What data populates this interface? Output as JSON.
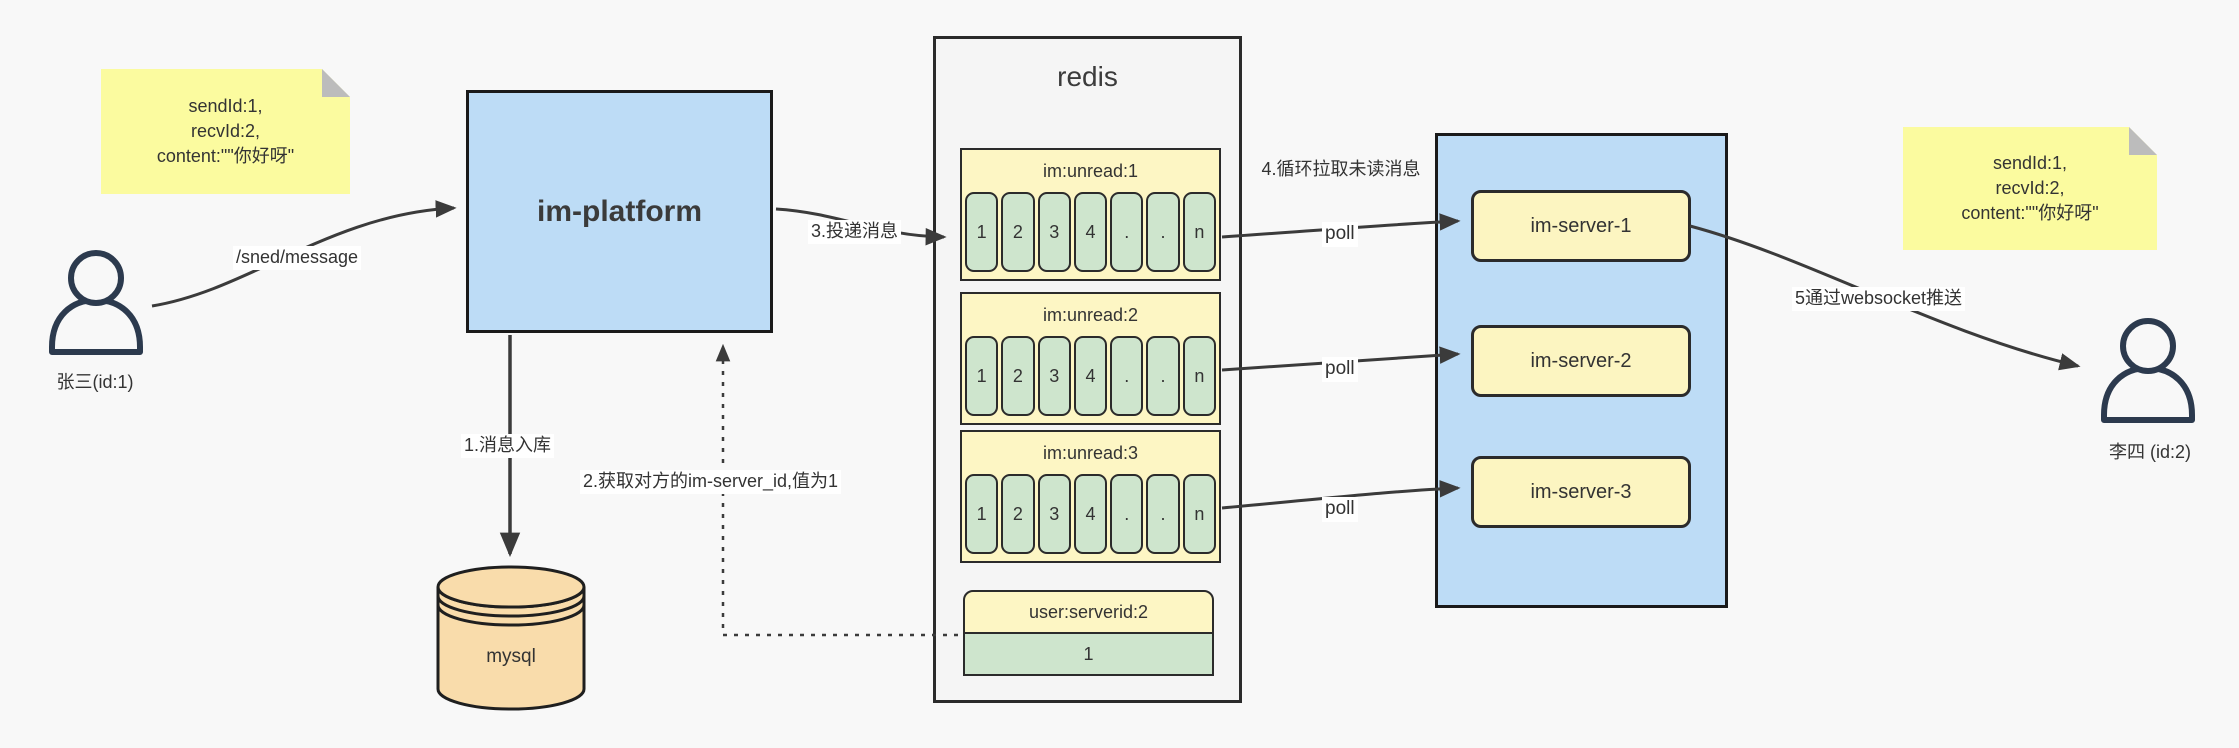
{
  "notes": {
    "left": {
      "line1": "sendId:1,",
      "line2": "recvId:2,",
      "line3": "content:\"\"你好呀\""
    },
    "right": {
      "line1": "sendId:1,",
      "line2": "recvId:2,",
      "line3": "content:\"\"你好呀\""
    }
  },
  "actors": {
    "sender": "张三(id:1)",
    "receiver": "李四 (id:2)"
  },
  "platform": {
    "label": "im-platform"
  },
  "mysql": {
    "label": "mysql"
  },
  "redis": {
    "title": "redis",
    "queues": [
      {
        "name": "im:unread:1",
        "cells": [
          "1",
          "2",
          "3",
          "4",
          ".",
          ".",
          "n"
        ]
      },
      {
        "name": "im:unread:2",
        "cells": [
          "1",
          "2",
          "3",
          "4",
          ".",
          ".",
          "n"
        ]
      },
      {
        "name": "im:unread:3",
        "cells": [
          "1",
          "2",
          "3",
          "4",
          ".",
          ".",
          "n"
        ]
      }
    ],
    "kv": {
      "key": "user:serverid:2",
      "value": "1"
    }
  },
  "servers": [
    "im-server-1",
    "im-server-2",
    "im-server-3"
  ],
  "edges": {
    "send": "/sned/message",
    "store": "1.消息入库",
    "lookup": "2.获取对方的im-server_id,值为1",
    "deliver": "3.投递消息",
    "pull": "4.循环拉取未读消息",
    "poll1": "poll",
    "poll2": "poll",
    "poll3": "poll",
    "push": "5通过websocket推送"
  },
  "colors": {
    "background": "#f8f8f8",
    "note_yellow": "#fbfb9f",
    "box_blue": "#bddcf6",
    "cell_green": "#cee5cd",
    "header_yellow": "#fdf6c4",
    "server_yellow": "#fcf5c1",
    "mysql_tan": "#f9dcab",
    "line_dark": "#3b3b3b"
  }
}
